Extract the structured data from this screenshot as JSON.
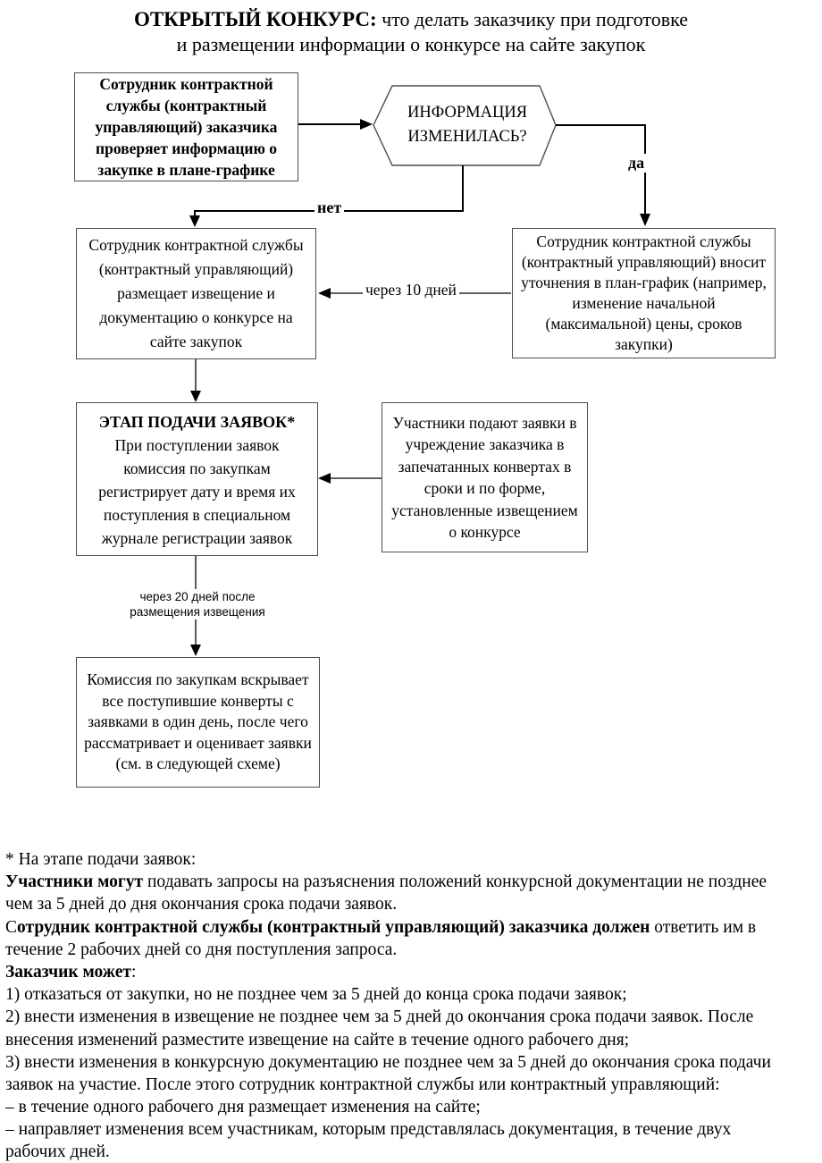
{
  "title": {
    "line1_bold": "ОТКРЫТЫЙ КОНКУРС:",
    "line1_rest": " что делать заказчику при подготовке",
    "line2": "и размещении информации о конкурсе на сайте закупок"
  },
  "flowchart": {
    "check_box": "Сотрудник контрактной службы (контрактный управляющий) заказчика проверяет информацию о закупке в плане-графике",
    "decision_line1": "ИНФОРМАЦИЯ",
    "decision_line2": "ИЗМЕНИЛАСЬ?",
    "yes_label": "да",
    "no_label": "нет",
    "publish_box": "Сотрудник контрактной службы (контрактный управляющий) размещает извещение и документацию о конкурсе на сайте закупок",
    "update_box": "Сотрудник контрактной службы (контрактный управляющий) вносит уточнения в план-график (например, изменение начальной (максимальной) цены, сроков закупки)",
    "after10_label": "через 10 дней",
    "stage_box_title": "ЭТАП ПОДАЧИ ЗАЯВОК*",
    "stage_box_text": "При поступлении заявок комиссия по закупкам регистрирует дату и время их поступления в специальном журнале регистрации заявок",
    "participants_box": "Участники подают заявки в учреждение заказчика в запечатанных конвертах в сроки и по форме, установленные извещением о конкурсе",
    "after20_label_line1": "через 20 дней после",
    "after20_label_line2": "размещения извещения",
    "commission_box": "Комиссия по закупкам вскрывает все поступившие конверты с заявками в один день, после чего рассматривает и оценивает заявки (см. в следующей схеме)"
  },
  "footnote": {
    "lines": [
      [
        {
          "t": "* На этапе подачи заявок:"
        }
      ],
      [
        {
          "t": "Участники могут",
          "b": true
        },
        {
          "t": " подавать запросы на разъяснения положений конкурсной документации не позднее"
        }
      ],
      [
        {
          "t": "чем за 5 дней до дня окончания срока подачи заявок."
        }
      ],
      [
        {
          "t": "С"
        },
        {
          "t": "отрудник контрактной службы (контрактный управляющий) заказчика должен",
          "b": true
        },
        {
          "t": " ответить им в"
        }
      ],
      [
        {
          "t": "течение 2 рабочих дней со дня поступления запроса."
        }
      ],
      [
        {
          "t": "Заказчик может",
          "b": true
        },
        {
          "t": ":"
        }
      ],
      [
        {
          "t": "1) отказаться от закупки, но не позднее чем за 5 дней до конца срока подачи заявок;"
        }
      ],
      [
        {
          "t": "2) внести изменения в извещение не позднее чем за 5 дней до окончания срока подачи заявок. После"
        }
      ],
      [
        {
          "t": "внесения изменений разместите извещение на сайте в течение одного рабочего дня;"
        }
      ],
      [
        {
          "t": "3) внести изменения в конкурсную документацию не позднее чем за 5 дней до окончания срока подачи"
        }
      ],
      [
        {
          "t": "заявок на участие. После этого сотрудник контрактной службы или контрактный управляющий:"
        }
      ],
      [
        {
          "t": "– в течение одного рабочего дня размещает изменения на сайте;"
        }
      ],
      [
        {
          "t": "– направляет изменения всем участникам, которым представлялась документация, в течение двух"
        }
      ],
      [
        {
          "t": "рабочих дней."
        }
      ]
    ]
  },
  "colors": {
    "background": "#ffffff",
    "text": "#000000",
    "box_border": "#4d4d4d",
    "flow_line": "#000000"
  }
}
